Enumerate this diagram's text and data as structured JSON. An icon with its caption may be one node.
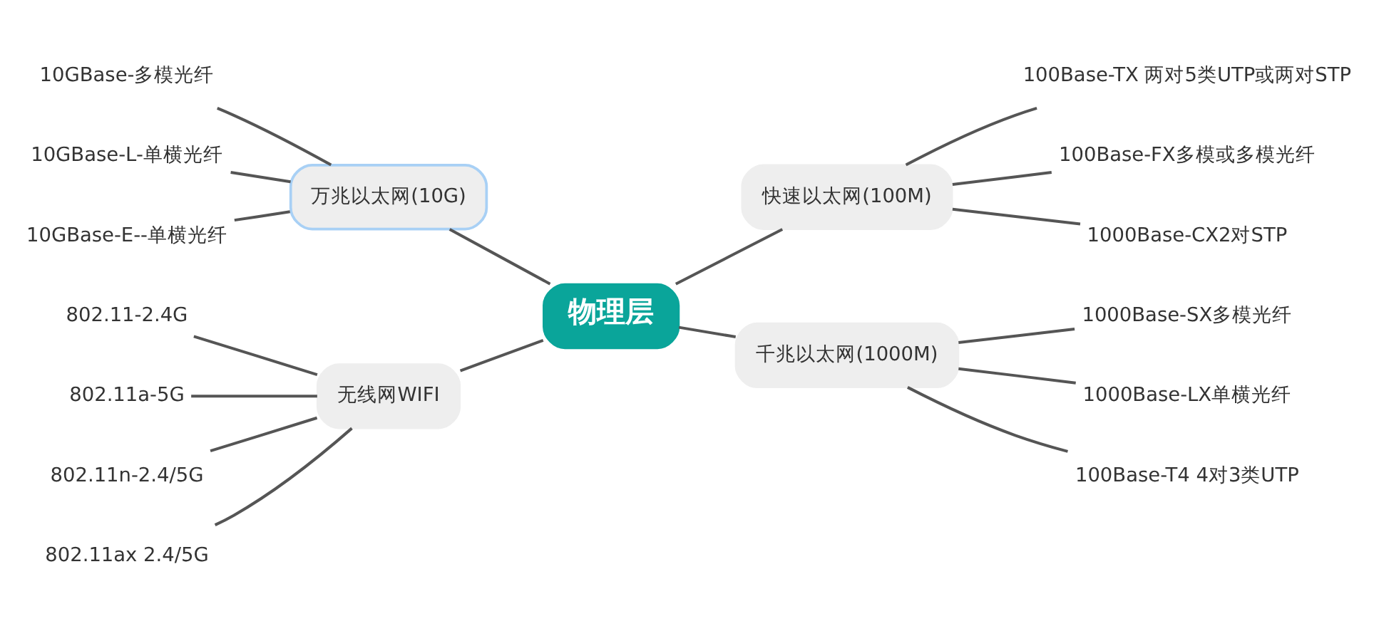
{
  "diagram": {
    "nodes": [
      {
        "text": [
          "物理层"
        ]
      },
      {
        "text": [
          "万兆以太网(10G)"
        ]
      },
      {
        "text": [
          "10GBase-多模光纤"
        ]
      },
      {
        "text": [
          "10GBase-L-单横光纤"
        ]
      },
      {
        "text": [
          "10GBase-E--单横光纤"
        ]
      },
      {
        "text": [
          "无线网WIFI"
        ]
      },
      {
        "text": [
          "802.11-2.4G"
        ]
      },
      {
        "text": [
          "802.11a-5G"
        ]
      },
      {
        "text": [
          "802.11n-2.4/5G"
        ]
      },
      {
        "text": [
          "802.11ax 2.4/5G"
        ]
      },
      {
        "text": [
          "快速以太网(100M)"
        ]
      },
      {
        "text": [
          "100Base-TX 两对5类UTP或两对STP"
        ]
      },
      {
        "text": [
          "100Base-FX多模或多模光纤"
        ]
      },
      {
        "text": [
          "1000Base-CX2对STP"
        ]
      },
      {
        "text": [
          "千兆以太网(1000M)"
        ]
      },
      {
        "text": [
          "1000Base-SX多模光纤"
        ]
      },
      {
        "text": [
          "1000Base-LX单横光纤"
        ]
      },
      {
        "text": [
          "100Base-T4 4对3类UTP"
        ]
      }
    ],
    "edges": [
      {
        "from": 1,
        "to": 0,
        "arrow": "none"
      },
      {
        "from": 2,
        "to": 1,
        "arrow": "none"
      },
      {
        "from": 3,
        "to": 1,
        "arrow": "none"
      },
      {
        "from": 4,
        "to": 1,
        "arrow": "none"
      },
      {
        "from": 5,
        "to": 0,
        "arrow": "none"
      },
      {
        "from": 6,
        "to": 5,
        "arrow": "none"
      },
      {
        "from": 7,
        "to": 5,
        "arrow": "none"
      },
      {
        "from": 8,
        "to": 5,
        "arrow": "none"
      },
      {
        "from": 9,
        "to": 5,
        "arrow": "none"
      },
      {
        "from": 0,
        "to": 10,
        "arrow": "none"
      },
      {
        "from": 10,
        "to": 11,
        "arrow": "none"
      },
      {
        "from": 10,
        "to": 12,
        "arrow": "none"
      },
      {
        "from": 10,
        "to": 13,
        "arrow": "none"
      },
      {
        "from": 0,
        "to": 14,
        "arrow": "none"
      },
      {
        "from": 14,
        "to": 15,
        "arrow": "none"
      },
      {
        "from": 14,
        "to": 16,
        "arrow": "none"
      },
      {
        "from": 14,
        "to": 17,
        "arrow": "none"
      }
    ]
  }
}
